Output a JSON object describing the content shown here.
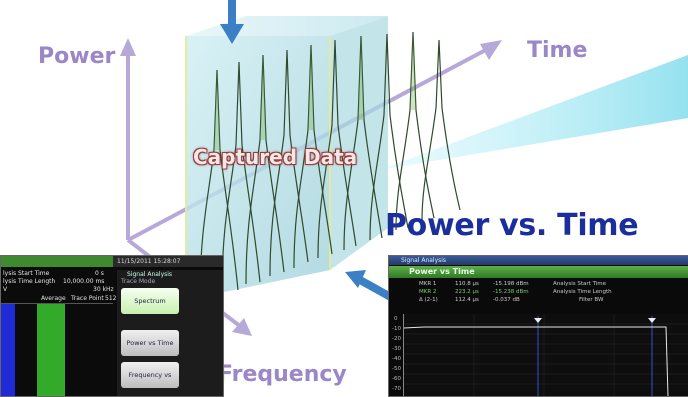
{
  "axes": {
    "power": "Power",
    "time": "Time",
    "frequency": "Frequency"
  },
  "captured_label": "Captured Data",
  "section_title": "Power vs. Time",
  "colors": {
    "axis_label": "#9b86c8",
    "title": "#1a2f9c",
    "block": "#bfe3ea",
    "arrow_blue": "#3b7fc4",
    "ray": "#8fe0ee"
  },
  "left_screen": {
    "timestamp": "11/15/2011 15:28:07",
    "menu_title": "Signal Analysis",
    "menu_subtitle": "Trace Mode",
    "rows": [
      {
        "label": "lysis Start Time",
        "value": "0 s"
      },
      {
        "label": "lysis Time Length",
        "value": "10,000.00 ms"
      },
      {
        "label": "V",
        "value": "30 kHz"
      }
    ],
    "trace_header": [
      "",
      "Average",
      "Trace Point",
      "512"
    ],
    "softkeys": [
      "Spectrum",
      "Power vs Time",
      "Frequency vs Time"
    ],
    "colors": {
      "bar_blue": "#1f2bd6",
      "bar_green": "#33aa2a"
    }
  },
  "right_screen": {
    "window_title": "Signal Analysis",
    "mode_title": "Power vs Time",
    "markers": [
      {
        "name": "MKR 1",
        "time": "110.8 µs",
        "level": "-15.198 dBm"
      },
      {
        "name": "MKR 2",
        "time": "223.2 µs",
        "level": "-15.238 dBm"
      },
      {
        "name": "Δ (2-1)",
        "time": "112.4 µs",
        "level": "-0.037 dB"
      }
    ],
    "params": [
      "Analysis Start Time",
      "Analysis Time Length",
      "Filter BW"
    ],
    "y_ticks": [
      "0",
      "-10",
      "-20",
      "-30",
      "-40",
      "-50",
      "-60",
      "-70"
    ]
  }
}
